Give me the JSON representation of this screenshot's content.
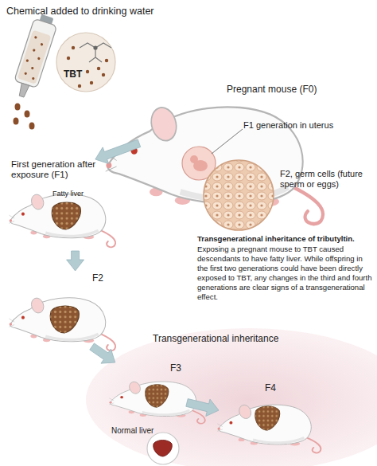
{
  "diagram": {
    "title": "Chemical added to drinking water",
    "caption": "Transgenerational inheritance of tributyltin.",
    "nodes": [
      {
        "text": [
          "TBT"
        ]
      },
      {
        "text": [
          "Pregnant mouse (F0)"
        ]
      },
      {
        "text": [
          "First generation after exposure (F1)"
        ]
      },
      {
        "text": [
          "F2"
        ]
      },
      {
        "text": [
          "Transgenerational inheritance"
        ]
      },
      {
        "text": [
          "F3"
        ],
        "in": 4
      },
      {
        "text": [
          "F4"
        ],
        "in": 4
      }
    ],
    "edges": [
      {
        "from": 1,
        "to": 2,
        "arrow": "to"
      },
      {
        "from": 2,
        "to": 3,
        "arrow": "to"
      },
      {
        "from": 3,
        "to": 5,
        "arrow": "to"
      },
      {
        "from": 5,
        "to": 6,
        "arrow": "to"
      }
    ],
    "labels": [
      "F1 generation in uterus",
      "F2, germ cells (future sperm or eggs)",
      "Fatty liver",
      "Exposing a pregnant mouse to TBT caused descendants to have fatty liver. While offspring in the first two generations could have been directly exposed to TBT, any changes in the third and fourth generations are clear signs of a transgenerational effect.",
      "Normal liver"
    ]
  }
}
